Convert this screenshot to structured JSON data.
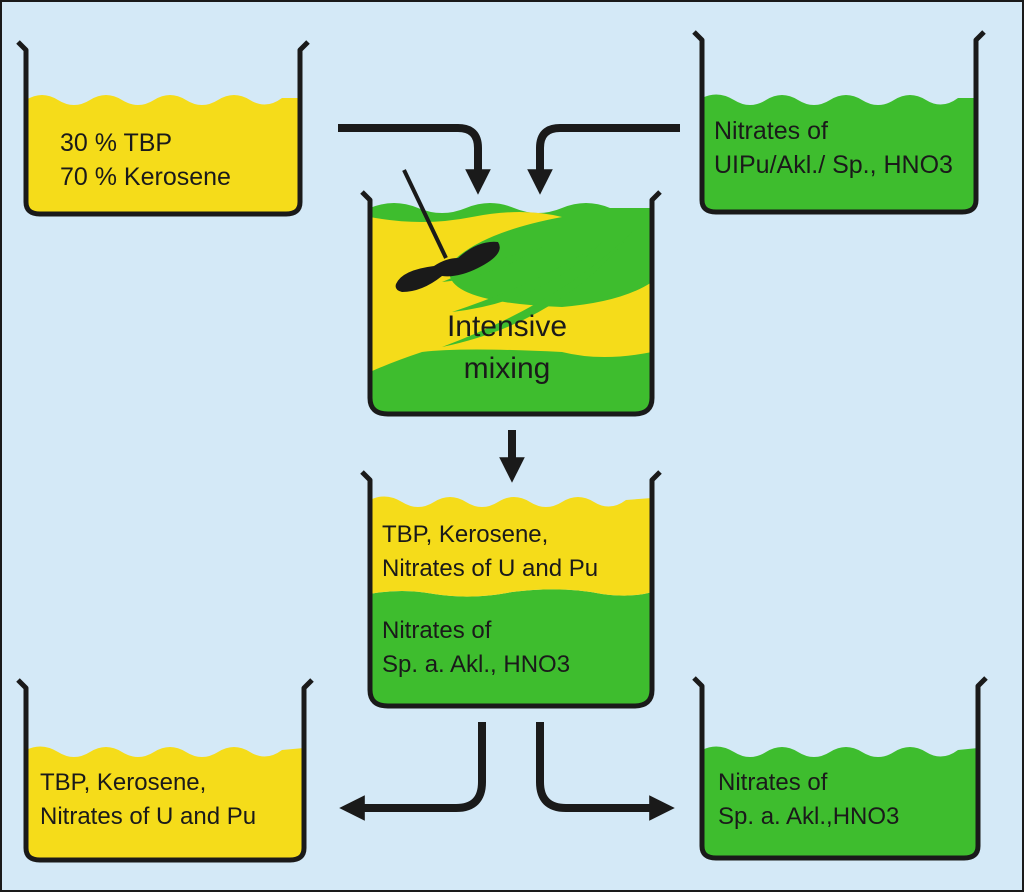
{
  "colors": {
    "background": "#d4e9f7",
    "organic_phase": "#f5dc1a",
    "aqueous_phase": "#3ebd2e",
    "outline": "#1a1a1a"
  },
  "beakers": {
    "organic_feed": {
      "lines": [
        "30 % TBP",
        "70 % Kerosene"
      ]
    },
    "aqueous_feed": {
      "lines": [
        "Nitrates of",
        "UIPu/Akl./ Sp., HNO3"
      ]
    },
    "mixer": {
      "lines": [
        "Intensive",
        "mixing"
      ]
    },
    "settler": {
      "upper_lines": [
        "TBP, Kerosene,",
        "Nitrates of  U and Pu"
      ],
      "lower_lines": [
        "Nitrates of",
        "Sp. a. Akl., HNO3"
      ]
    },
    "organic_product": {
      "lines": [
        "TBP, Kerosene,",
        "Nitrates of  U and Pu"
      ]
    },
    "aqueous_product": {
      "lines": [
        "Nitrates of",
        "Sp. a. Akl.,HNO3"
      ]
    }
  }
}
